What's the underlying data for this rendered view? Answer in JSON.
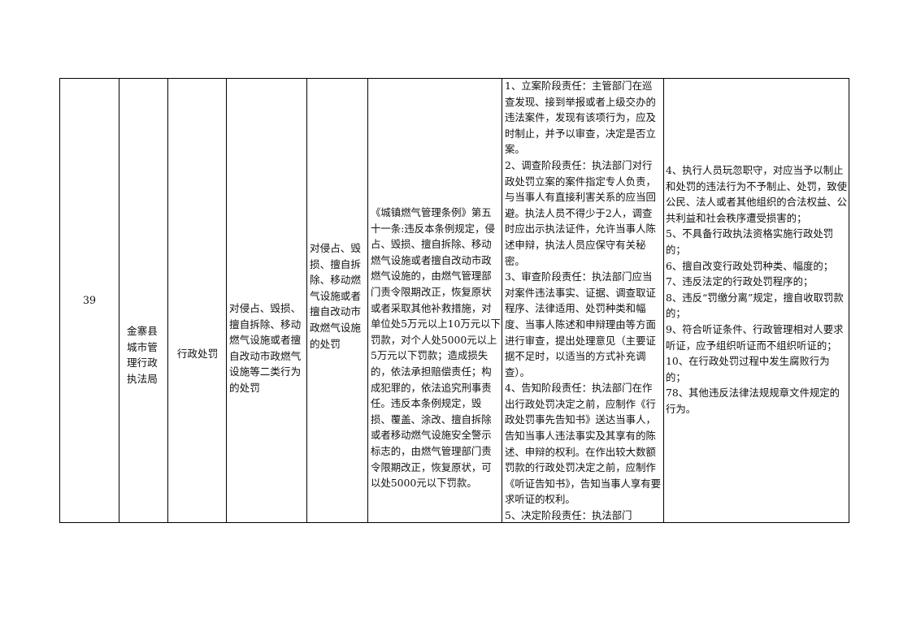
{
  "row": {
    "number": "39",
    "department": "金寨县城市管理行政执法局",
    "power_type": "行政处罚",
    "item_name": "对侵占、毁损、擅自拆除、移动燃气设施或者擅自改动市政燃气设施等二类行为的处罚",
    "sub_item": "对侵占、毁损、擅自拆除、移动燃气设施或者擅自改动市政燃气设施的处罚",
    "legal_basis": "《城镇燃气管理条例》第五十一条:违反本条例规定，侵占、毁损、擅自拆除、移动燃气设施或者擅自改动市政燃气设施的，由燃气管理部门责令限期改正，恢复原状或者采取其他补救措施，对单位处5万元以上10万元以下罚款，对个人处5000元以上5万元以下罚款；造成损失的，依法承担赔偿责任；构成犯罪的，依法追究刑事责任。违反本条例规定，毁损、覆盖、涂改、擅自拆除或者移动燃气设施安全警示标志的，由燃气管理部门责令限期改正，恢复原状，可以处5000元以下罚款。",
    "responsibilities": [
      "1、立案阶段责任：主管部门在巡查发现、接到举报或者上级交办的违法案件，发现有该项行为，应及时制止，并予以审查，决定是否立案。",
      "2、调查阶段责任：执法部门对行政处罚立案的案件指定专人负责，与当事人有直接利害关系的应当回避。执法人员不得少于2人，调查时应出示执法证件，允许当事人陈述申辩，执法人员应保守有关秘密。",
      "3、审查阶段责任：执法部门应当对案件违法事实、证据、调查取证程序、法律适用、处罚种类和幅度、当事人陈述和申辩理由等方面进行审查，提出处理意见（主要证据不足时，以适当的方式补充调查）。",
      "4、告知阶段责任：执法部门在作出行政处罚决定之前，应制作《行政处罚事先告知书》送达当事人，告知当事人违法事实及其享有的陈述、申辩的权利。在作出较大数额罚款的行政处罚决定之前，应制作《听证告知书》，告知当事人享有要求听证的权利。",
      "5、决定阶段责任：执法部门"
    ],
    "liabilities": [
      "4、执行人员玩忽职守，对应当予以制止和处罚的违法行为不予制止、处罚，致使公民、法人或者其他组织的合法权益、公共利益和社会秩序遭受损害的；",
      "5、不具备行政执法资格实施行政处罚的；",
      "6、擅自改变行政处罚种类、幅度的；",
      "7、违反法定的行政处罚程序的；",
      "8、违反“罚缴分离”规定，擅自收取罚款的；",
      "9、符合听证条件、行政管理相对人要求听证，应予组织听证而不组织听证的；",
      "10、在行政处罚过程中发生腐败行为的；",
      "78、其他违反法律法规规章文件规定的行为。"
    ]
  }
}
